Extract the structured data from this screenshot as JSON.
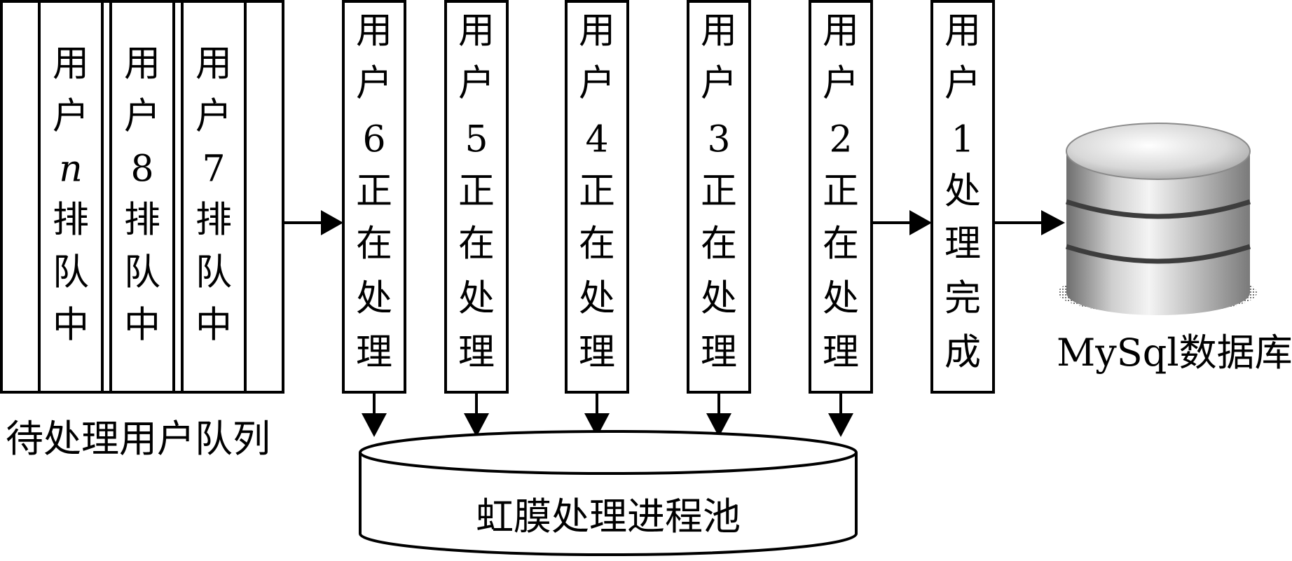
{
  "queue": {
    "caption": "待处理用户队列",
    "items": [
      {
        "chars": [
          "用",
          "户",
          "n",
          "排",
          "队",
          "中"
        ],
        "italic_index": 2
      },
      {
        "chars": [
          "用",
          "户",
          "8",
          "排",
          "队",
          "中"
        ]
      },
      {
        "chars": [
          "用",
          "户",
          "7",
          "排",
          "队",
          "中"
        ]
      }
    ]
  },
  "processing": [
    {
      "chars": [
        "用",
        "户",
        "6",
        "正",
        "在",
        "处",
        "理"
      ]
    },
    {
      "chars": [
        "用",
        "户",
        "5",
        "正",
        "在",
        "处",
        "理"
      ]
    },
    {
      "chars": [
        "用",
        "户",
        "4",
        "正",
        "在",
        "处",
        "理"
      ]
    },
    {
      "chars": [
        "用",
        "户",
        "3",
        "正",
        "在",
        "处",
        "理"
      ]
    },
    {
      "chars": [
        "用",
        "户",
        "2",
        "正",
        "在",
        "处",
        "理"
      ]
    }
  ],
  "done": {
    "chars": [
      "用",
      "户",
      "1",
      "处",
      "理",
      "完",
      "成"
    ]
  },
  "pool": {
    "label": "虹膜处理进程池"
  },
  "database": {
    "label": "MySql数据库"
  }
}
